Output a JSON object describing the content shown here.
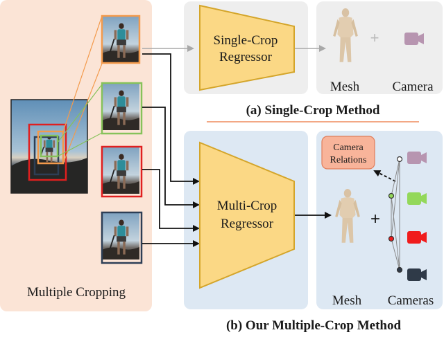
{
  "left_panel": {
    "label": "Multiple Cropping"
  },
  "single_crop": {
    "regressor_line1": "Single-Crop",
    "regressor_line2": "Regressor",
    "mesh_label": "Mesh",
    "plus": "+",
    "camera_label": "Camera",
    "caption": "(a) Single-Crop Method"
  },
  "multi_crop": {
    "regressor_line1": "Multi-Crop",
    "regressor_line2": "Regressor",
    "relations_line1": "Camera",
    "relations_line2": "Relations",
    "mesh_label": "Mesh",
    "plus": "+",
    "cameras_label": "Cameras",
    "caption": "(b) Our Multiple-Crop Method"
  },
  "colors": {
    "left_bg": "#fbe4d6",
    "top_bg": "#eeeeee",
    "bottom_bg": "#dde8f3",
    "regressor_fill": "#fbd885",
    "regressor_stroke": "#d4a52a",
    "relations_fill": "#f8b49a",
    "crop_orange": "#f39a4c",
    "crop_green": "#86c25a",
    "crop_red": "#e01f1f",
    "crop_navy": "#2d3e55",
    "cam_purple": "#b795b0",
    "cam_green": "#93d85a",
    "cam_red": "#f01c1c",
    "cam_navy": "#2f3a48",
    "divider": "#f3a885"
  },
  "icons": [
    "person-mesh-icon",
    "camera-icon",
    "crop-thumbnail"
  ]
}
